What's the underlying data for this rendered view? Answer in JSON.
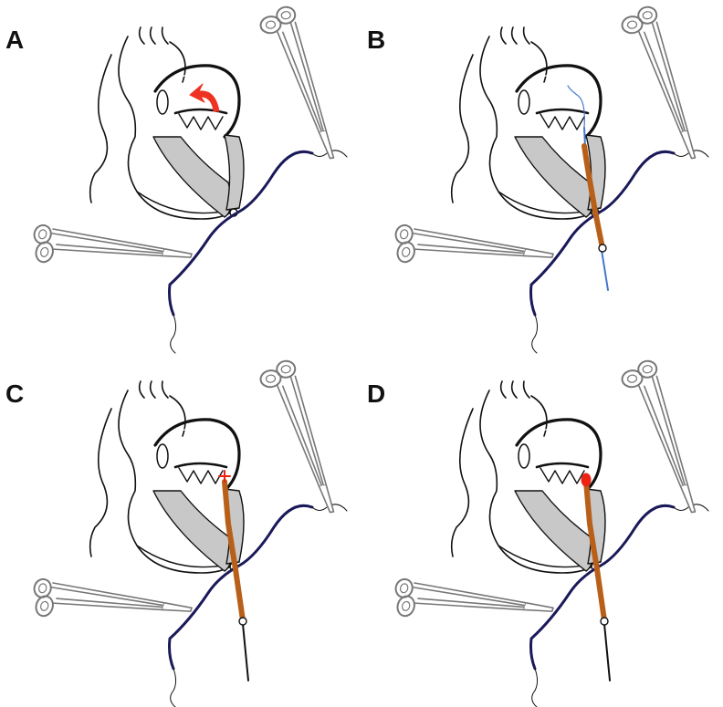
{
  "panels": [
    {
      "label": "A",
      "stage": "arrow"
    },
    {
      "label": "B",
      "stage": "wire"
    },
    {
      "label": "C",
      "stage": "sheath-small"
    },
    {
      "label": "D",
      "stage": "sheath-large"
    }
  ],
  "colors": {
    "outline": "#111111",
    "septum_fill": "#c8c8c8",
    "suture": "#1a1a5a",
    "arrow": "#ee3322",
    "sheath": "#b8601a",
    "guidewire": "#4477cc",
    "occluder": "#ee2211",
    "clamp": "#777777"
  }
}
